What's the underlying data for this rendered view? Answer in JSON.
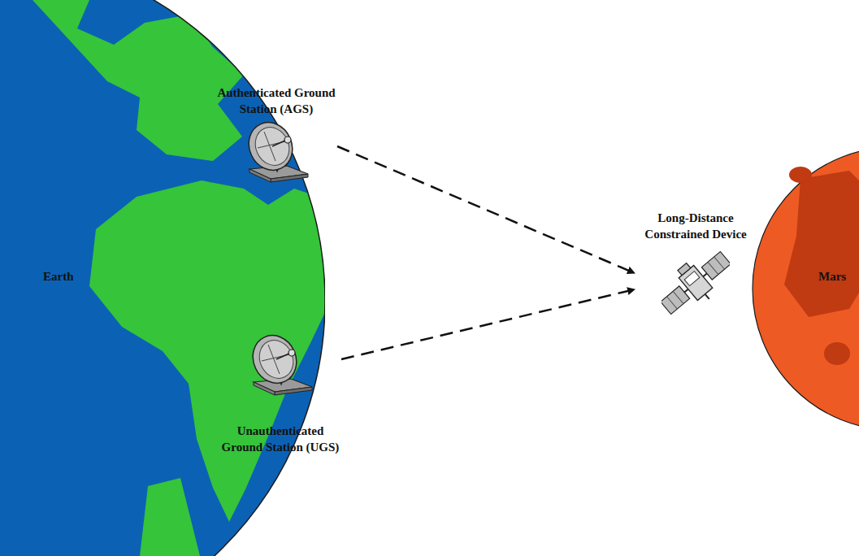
{
  "diagram": {
    "nodes": [
      {
        "text": [
          "Earth"
        ]
      },
      {
        "text": [
          "Authenticated Ground Station (AGS)"
        ]
      },
      {
        "text": [
          "Long-Distance Constrained Device"
        ]
      },
      {
        "text": [
          "Mars"
        ]
      },
      {
        "text": [
          "Unauthenticated Ground Station (UGS)"
        ]
      }
    ],
    "edges": [
      {
        "from": 1,
        "to": 2,
        "arrow": "to"
      },
      {
        "from": 4,
        "to": 2,
        "arrow": "to"
      }
    ]
  }
}
